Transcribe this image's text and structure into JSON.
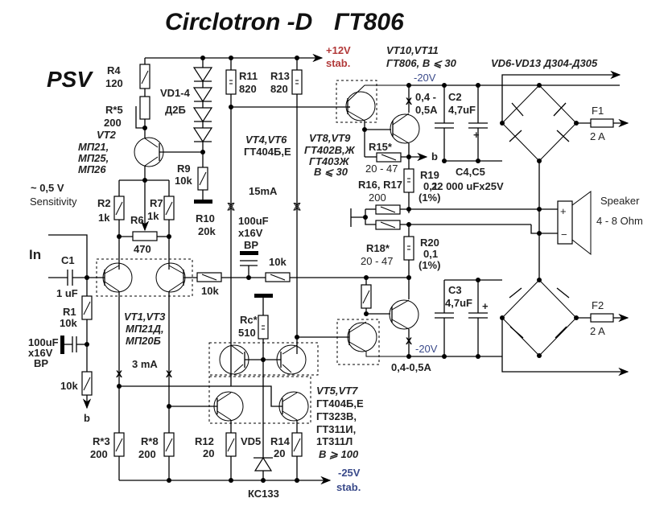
{
  "title": {
    "main": "Circlotron -D",
    "transistor": "ГТ806"
  },
  "brand": "PSV",
  "rails": {
    "pos12": {
      "value": "+12V",
      "note": "stab.",
      "color": "#b23a3a"
    },
    "neg25": {
      "value": "-25V",
      "note": "stab.",
      "color": "#3a4a8a"
    },
    "neg20_top": "-20V",
    "neg20_bottom": "-20V"
  },
  "input": {
    "label": "In",
    "sensitivity_value": "~ 0,5 V",
    "sensitivity_label": "Sensitivity"
  },
  "components": {
    "R4": {
      "name": "R4",
      "value": "120"
    },
    "R5": {
      "name": "R*5",
      "value": "200"
    },
    "VT2": {
      "name": "VT2",
      "types": [
        "МП21,",
        "МП25,",
        "МП26"
      ]
    },
    "VD1_4": {
      "name": "VD1-4",
      "type": "Д2Б"
    },
    "R9": {
      "name": "R9",
      "value": "10k"
    },
    "R10": {
      "name": "R10",
      "value": "20k"
    },
    "R11": {
      "name": "R11",
      "value": "820"
    },
    "R13": {
      "name": "R13",
      "value": "820"
    },
    "R2": {
      "name": "R2",
      "value": "1k"
    },
    "R7": {
      "name": "R7",
      "value": "1k"
    },
    "R6": {
      "name": "R6",
      "value": "470"
    },
    "C1": {
      "name": "C1",
      "value": "1 uF"
    },
    "R1": {
      "name": "R1",
      "value": "10k"
    },
    "Cbp_in": {
      "value": "100uF",
      "voltage": "x16V",
      "type": "BP"
    },
    "R_in2": {
      "value": "10k",
      "out": "b"
    },
    "VT1_3": {
      "name": "VT1,VT3",
      "types": [
        "МП21Д,",
        "МП20Б"
      ]
    },
    "current_3mA": "3 mA",
    "R3": {
      "name": "R*3",
      "value": "200"
    },
    "R8": {
      "name": "R*8",
      "value": "200"
    },
    "R12": {
      "name": "R12",
      "value": "20"
    },
    "R14": {
      "name": "R14",
      "value": "20"
    },
    "VD5": {
      "name": "VD5",
      "type": "КС133"
    },
    "VT5_7": {
      "name": "VT5,VT7",
      "types": [
        "ГТ404Б,Е",
        "ГТ323В,",
        "ГТ311И,",
        "1Т311Л"
      ],
      "gain": "B ⩾ 100"
    },
    "VT4_6": {
      "name": "VT4,VT6",
      "type": "ГТ404Б,Е"
    },
    "current_15mA": "15mA",
    "Cbp_mid": {
      "value": "100uF",
      "voltage": "x16V",
      "type": "BP"
    },
    "R_mid1": {
      "value": "10k"
    },
    "R_mid2": {
      "value": "10k"
    },
    "Rc": {
      "name": "Rc*",
      "value": "510"
    },
    "VT8_9": {
      "name": "VT8,VT9",
      "types": [
        "ГТ402В,Ж",
        "ГТ403Ж"
      ],
      "gain": "B ⩽ 30"
    },
    "VT10_11": {
      "name": "VT10,VT11",
      "type": "ГТ806, B ⩽ 30"
    },
    "R15": {
      "name": "R15*",
      "value": "20 - 47",
      "out": "b"
    },
    "R18": {
      "name": "R18*",
      "value": "20 - 47"
    },
    "R16_17": {
      "name": "R16, R17",
      "value": "200"
    },
    "R19": {
      "name": "R19",
      "value": "0,1",
      "tol": "(1%)"
    },
    "R20": {
      "name": "R20",
      "value": "0,1",
      "tol": "(1%)"
    },
    "bias_top": {
      "line1": "0,4 -",
      "line2": "0,5A"
    },
    "bias_bottom": "0,4-0,5A",
    "C2": {
      "name": "C2",
      "value": "4,7uF"
    },
    "C3": {
      "name": "C3",
      "value": "4,7uF"
    },
    "C4_5": {
      "name": "C4,C5",
      "value": "22 000 uFx25V"
    },
    "VD6_13": {
      "name": "VD6-VD13 Д304-Д305"
    },
    "F1": {
      "name": "F1",
      "value": "2 A"
    },
    "F2": {
      "name": "F2",
      "value": "2 A"
    },
    "speaker": {
      "label": "Speaker",
      "impedance": "4 - 8 Ohm",
      "plus": "+",
      "minus": "−"
    },
    "cap_plus": "+"
  }
}
